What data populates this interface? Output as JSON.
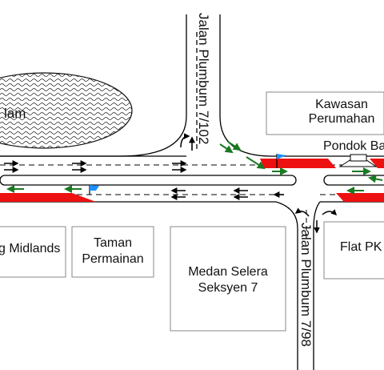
{
  "map": {
    "lake_label": "lam",
    "roads": {
      "north_road": "Jalan Plumbum 7/102",
      "south_road": "Jalan Plumbum 7/98"
    },
    "buildings": [
      {
        "id": "kawasan",
        "lines": [
          "Kawasan",
          "Perumahan"
        ]
      },
      {
        "id": "pondok",
        "lines": [
          "Pondok Ba"
        ]
      },
      {
        "id": "midlands",
        "lines": [
          "g Midlands"
        ]
      },
      {
        "id": "taman",
        "lines": [
          "Taman",
          "Permainan"
        ]
      },
      {
        "id": "medan",
        "lines": [
          "Medan Selera",
          "Seksyen 7"
        ]
      },
      {
        "id": "flat",
        "lines": [
          "Flat PK"
        ]
      }
    ],
    "colors": {
      "road_line": "#000000",
      "median_red": "#ee1111",
      "lake_fill": "#e8eefc",
      "lake_stroke": "#111111",
      "green_arrow": "#1a7a22",
      "flag_blue": "#1e90ff",
      "building_stroke": "#888888"
    },
    "icons": [
      "flag-icon",
      "arrow-icon",
      "u-turn-icon"
    ]
  }
}
